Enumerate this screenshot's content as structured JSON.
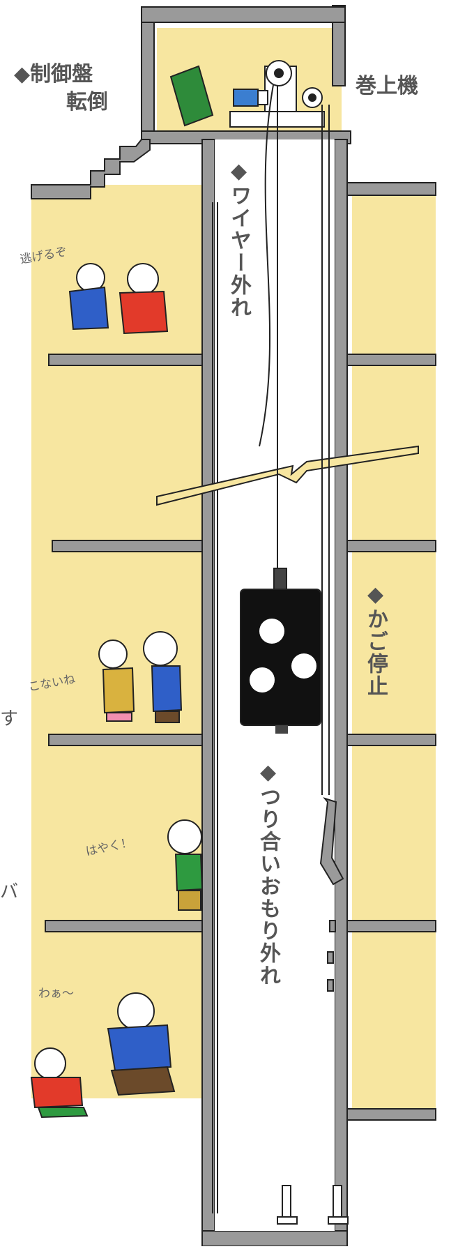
{
  "labels": {
    "control_panel": "◆制御盤",
    "control_panel_2": "転倒",
    "hoist": "巻上機",
    "wire_off": "◆ワイヤー外れ",
    "car_stop": "◆かご停止",
    "counterweight_off": "◆つり合いおもり外れ"
  },
  "speech": {
    "flee": "逃げるぞ",
    "not_coming": "こないね",
    "hurry": "はやく！",
    "wah": "わぁ～"
  },
  "edge_fragments": {
    "left_1": "す",
    "left_2": "バ"
  },
  "colors": {
    "wall_fill": "#f7e6a0",
    "structure": "#9a9a9a",
    "outline": "#222222",
    "car": "#111111"
  }
}
